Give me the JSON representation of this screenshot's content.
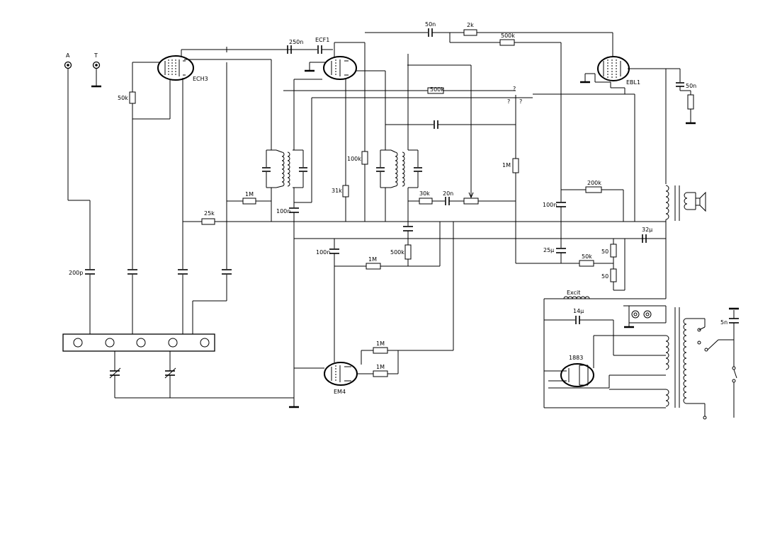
{
  "labels": {
    "antenna": "A",
    "ground_terminal": "T",
    "tubes": {
      "ech3": "ECH3",
      "ecf1": "ECF1",
      "ebl1": "EBL1",
      "em4": "EM4",
      "rectifier": "1883"
    },
    "resistors": {
      "r_50k_ant": "50k",
      "r_2k": "2k",
      "r_500k_top": "500k",
      "r_500k_mid": "500k",
      "r_100k": "100k",
      "r_31k": "31k",
      "r_1m_grid": "1M",
      "r_1m_mid": "1M",
      "r_25k": "25k",
      "r_30k": "30k",
      "r_200k": "200k",
      "r_500k_em": "500k",
      "r_1m_em": "1M",
      "r_1m_em2": "1M",
      "r_1m_em3": "1M",
      "r_50k_bias": "50k",
      "r_50_a": "50",
      "r_50_b": "50"
    },
    "capacitors": {
      "c_250n": "250n",
      "c_50n_top": "50n",
      "c_50n_tone": "50n",
      "c_20n": "20n",
      "c_100n_a": "100n",
      "c_100n_b": "100n",
      "c_100n_c": "100n",
      "c_200p": "200p",
      "c_25u": "25µ",
      "c_32u": "32µ",
      "c_14u": "14µ",
      "c_5n": "5n"
    },
    "unknown_marks": [
      "?",
      "?",
      "?"
    ],
    "field_coil": "Excit"
  }
}
